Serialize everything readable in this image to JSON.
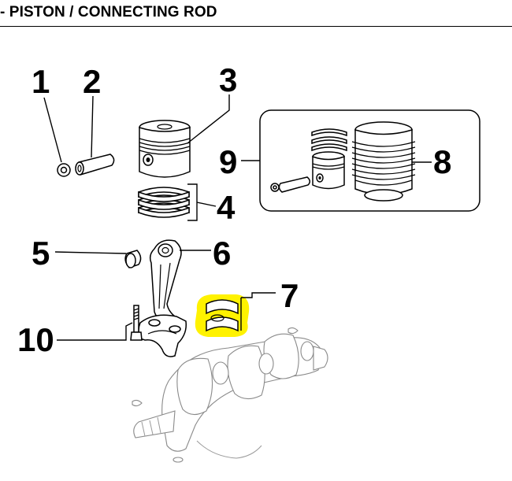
{
  "header": {
    "title": "- PISTON / CONNECTING ROD"
  },
  "diagram": {
    "highlight_color": "#fff200",
    "highlighted_part": "7",
    "callouts": [
      {
        "id": "1",
        "label": "1"
      },
      {
        "id": "2",
        "label": "2"
      },
      {
        "id": "3",
        "label": "3"
      },
      {
        "id": "4",
        "label": "4"
      },
      {
        "id": "5",
        "label": "5"
      },
      {
        "id": "6",
        "label": "6"
      },
      {
        "id": "7",
        "label": "7"
      },
      {
        "id": "8",
        "label": "8"
      },
      {
        "id": "9",
        "label": "9"
      },
      {
        "id": "10",
        "label": "10"
      }
    ]
  }
}
